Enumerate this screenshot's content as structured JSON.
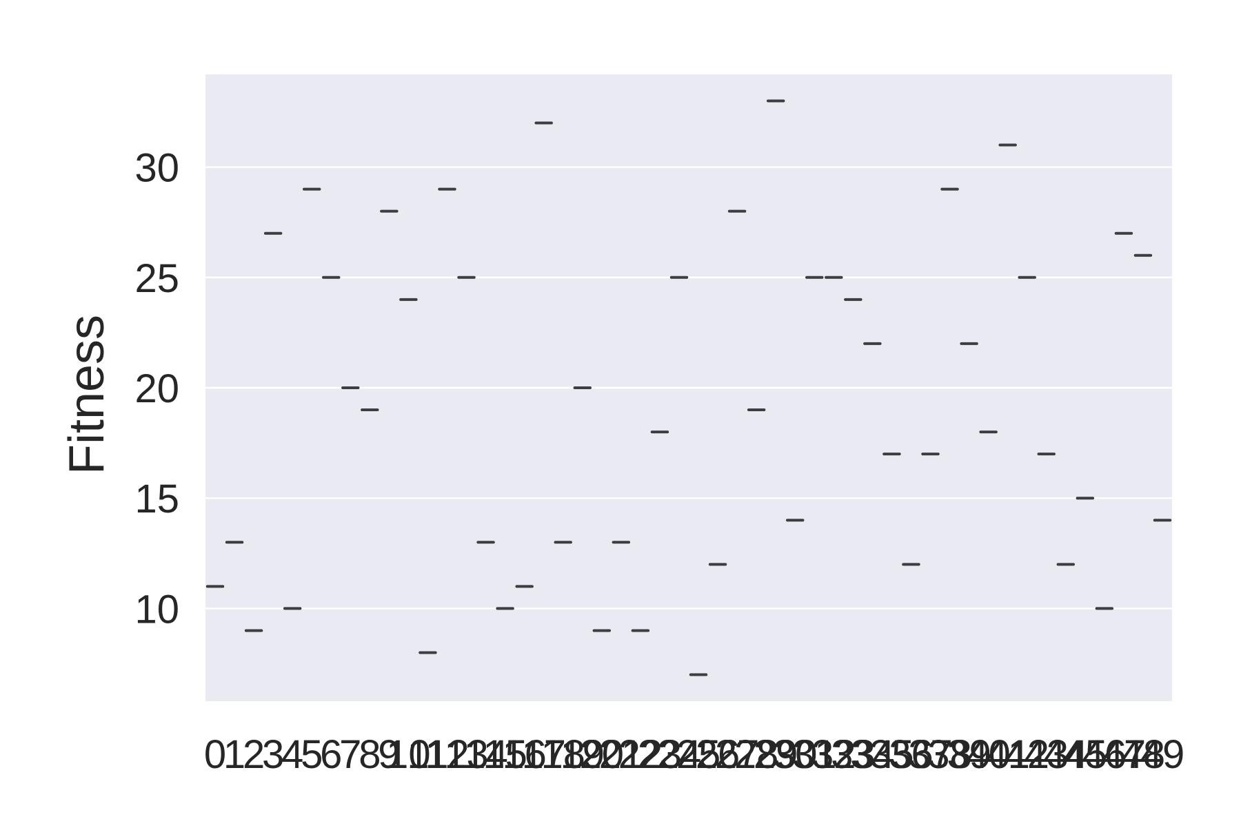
{
  "chart_data": {
    "type": "box",
    "title": "",
    "xlabel": "",
    "ylabel": "Fitness",
    "categories": [
      "0",
      "1",
      "2",
      "3",
      "4",
      "5",
      "6",
      "7",
      "8",
      "9",
      "10",
      "11",
      "12",
      "13",
      "14",
      "15",
      "16",
      "17",
      "18",
      "19",
      "20",
      "21",
      "22",
      "23",
      "24",
      "25",
      "26",
      "27",
      "28",
      "29",
      "30",
      "31",
      "32",
      "33",
      "34",
      "35",
      "36",
      "37",
      "38",
      "39",
      "40",
      "41",
      "42",
      "43",
      "44",
      "45",
      "46",
      "47",
      "48",
      "49"
    ],
    "values": [
      11,
      13,
      9,
      27,
      10,
      29,
      25,
      20,
      19,
      28,
      24,
      8,
      29,
      25,
      13,
      10,
      11,
      32,
      13,
      20,
      9,
      13,
      9,
      18,
      25,
      7,
      12,
      28,
      19,
      33,
      14,
      25,
      25,
      24,
      22,
      17,
      12,
      17,
      29,
      22,
      18,
      31,
      25,
      17,
      12,
      15,
      10,
      27,
      26,
      14
    ],
    "yticks": [
      10,
      15,
      20,
      25,
      30
    ],
    "ylim": [
      5.8,
      34.2
    ],
    "grid": true,
    "background": "#eaeaf2",
    "grid_color": "#ffffff",
    "mark_color": "#3d3d3d"
  }
}
